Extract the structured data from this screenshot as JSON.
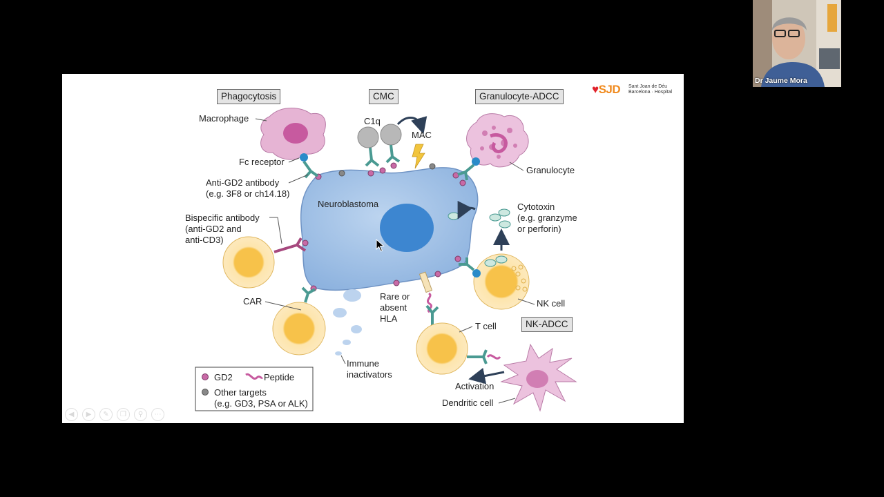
{
  "presenter": {
    "name": "Dr Jaume Mora"
  },
  "logo": {
    "line1": "Sant Joan de Déu",
    "line2": "Barcelona · Hospital",
    "mark": "SJD"
  },
  "headers": {
    "phagocytosis": "Phagocytosis",
    "cmc": "CMC",
    "granulocyte_adcc": "Granulocyte-ADCC",
    "nk_adcc": "NK-ADCC"
  },
  "labels": {
    "macrophage": "Macrophage",
    "fc_receptor": "Fc receptor",
    "anti_gd2_line1": "Anti-GD2 antibody",
    "anti_gd2_line2": "(e.g. 3F8 or ch14.18)",
    "c1q": "C1q",
    "mac": "MAC",
    "granulocyte": "Granulocyte",
    "neuroblastoma": "Neuroblastoma",
    "bispecific_line1": "Bispecific antibody",
    "bispecific_line2": "(anti-GD2 and",
    "bispecific_line3": "anti-CD3)",
    "cytotoxin_line1": "Cytotoxin",
    "cytotoxin_line2": "(e.g. granzyme",
    "cytotoxin_line3": "or perforin)",
    "car": "CAR",
    "hla_line1": "Rare or",
    "hla_line2": "absent",
    "hla_line3": "HLA",
    "nk_cell": "NK cell",
    "t_cell": "T cell",
    "immune_line1": "Immune",
    "immune_line2": "inactivators",
    "activation": "Activation",
    "dendritic_cell": "Dendritic cell"
  },
  "legend": {
    "gd2": "GD2",
    "peptide": "Peptide",
    "other_line1": "Other targets",
    "other_line2": "(e.g. GD3, PSA or ALK)"
  },
  "colors": {
    "tumor": "#9fc0e6",
    "nucleus": "#3d86d0",
    "macrophage": "#e6b4d4",
    "gd2": "#c86aa6",
    "fc_receptor": "#2a8bc9",
    "antibody": "#4a9a92",
    "effector_cell": "#fde3a8",
    "effector_nucleus": "#f6bf3c",
    "arrow": "#2e4058"
  },
  "slide_controls": [
    "prev-icon",
    "next-icon",
    "pen-icon",
    "copy-icon",
    "zoom-icon",
    "more-icon"
  ]
}
